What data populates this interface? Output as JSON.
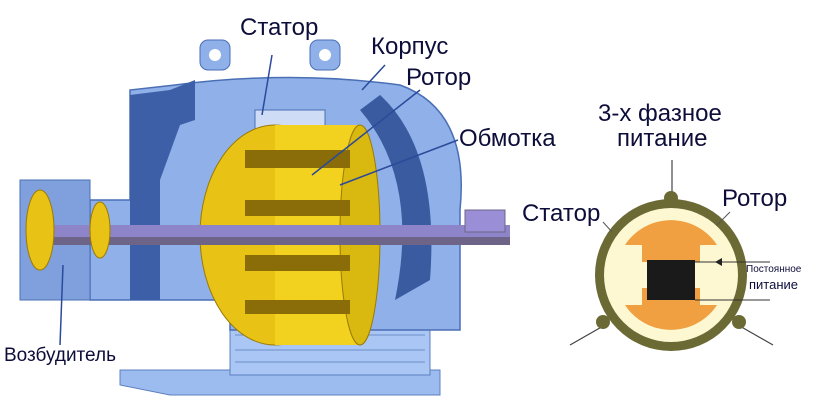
{
  "motor": {
    "labels": {
      "stator": "Статор",
      "housing": "Корпус",
      "rotor": "Ротор",
      "winding": "Обмотка",
      "exciter": "Возбудитель"
    }
  },
  "schematic": {
    "labels": {
      "three_phase": "3-х фазное",
      "three_phase_2": "питание",
      "stator": "Статор",
      "rotor": "Ротор",
      "dc": "Постоянное",
      "dc_2": "питание"
    }
  },
  "colors": {
    "housing": "#8fb0e8",
    "housing_dark": "#4a6fb5",
    "rotor": "#f2d21e",
    "shaft": "#8a7fc8",
    "stator_ring": "#6b6a35",
    "rotor_pole": "#f0a040",
    "stator_fill": "#fdf7d2",
    "core": "#1a1a1a"
  }
}
